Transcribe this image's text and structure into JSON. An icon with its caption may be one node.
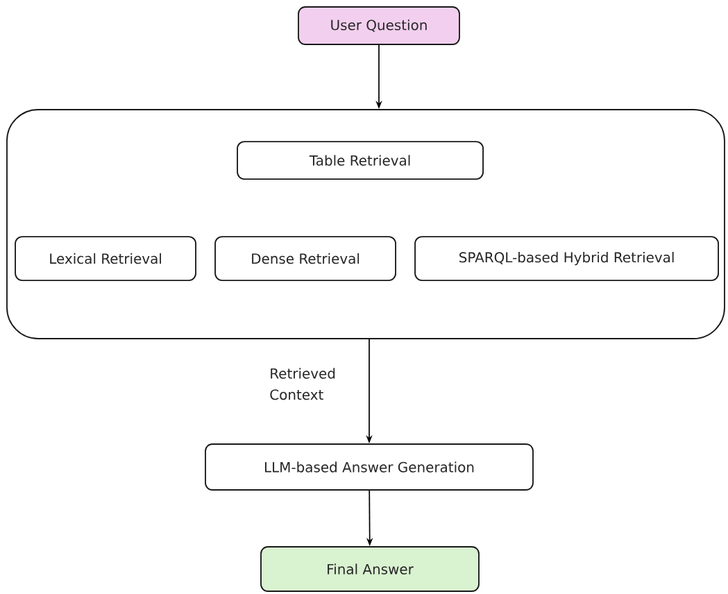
{
  "diagram": {
    "nodes": [
      {
        "text": [
          "User Question"
        ]
      },
      {
        "text": [],
        "shape": "box"
      },
      {
        "text": [
          "Table Retrieval"
        ],
        "in": 1
      },
      {
        "text": [
          "Lexical Retrieval"
        ],
        "in": 1
      },
      {
        "text": [
          "Dense Retrieval"
        ],
        "in": 1
      },
      {
        "text": [
          "SPARQL-based Hybrid Retrieval"
        ],
        "in": 1
      },
      {
        "text": [
          "LLM-based Answer Generation"
        ]
      },
      {
        "text": [
          "Final Answer"
        ]
      }
    ],
    "edges": [
      {
        "from": 0,
        "to": 1,
        "arrow": "to"
      },
      {
        "from": 1,
        "to": 6,
        "arrow": "to",
        "label": "Retrieved Context"
      },
      {
        "from": 6,
        "to": 7,
        "arrow": "to"
      }
    ]
  }
}
